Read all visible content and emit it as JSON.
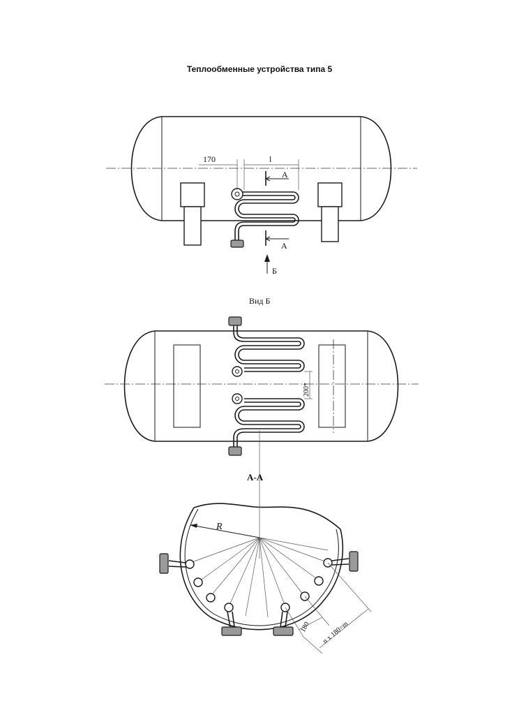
{
  "title": "Теплообменные устройства типа 5",
  "side_view": {
    "dim_170": "170",
    "dim_l": "l",
    "section_mark_top": "А",
    "section_mark_bottom": "А",
    "view_arrow_label": "Б"
  },
  "bottom_view": {
    "caption": "Вид Б",
    "dim_200": "200*"
  },
  "section_view": {
    "caption": "А-А",
    "radius_label": "R",
    "dim_pitch": "180",
    "dim_total": "n x 180=m"
  }
}
